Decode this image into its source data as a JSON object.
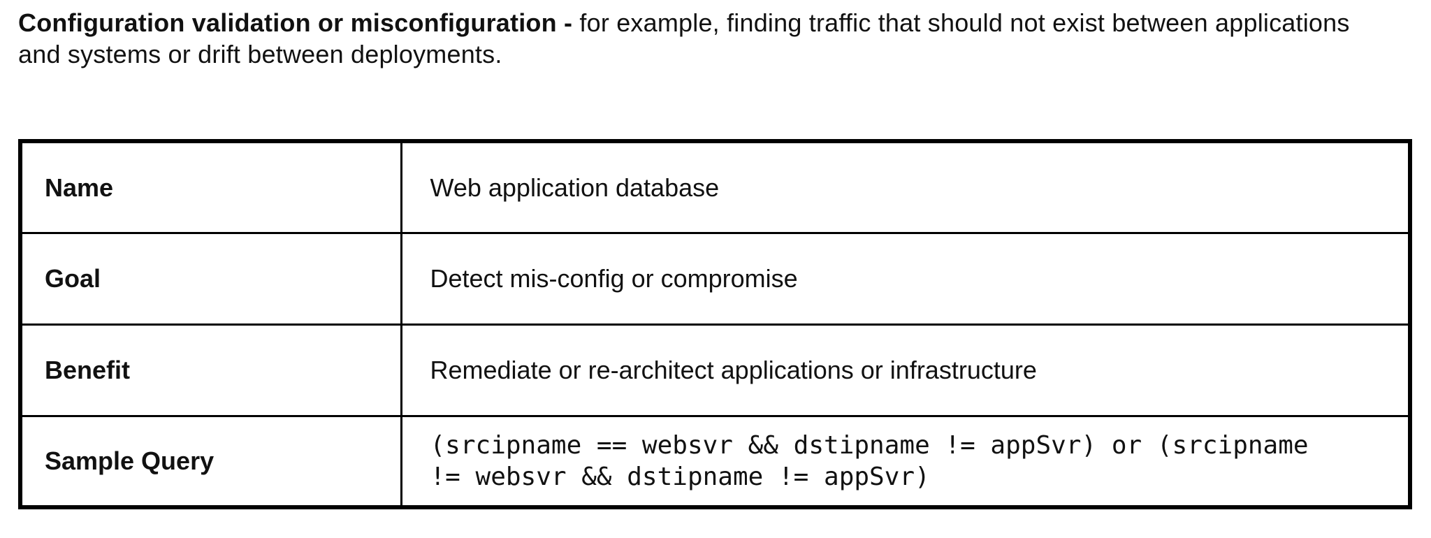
{
  "intro": {
    "bold_text": "Configuration validation or misconfiguration -",
    "regular_text": " for example, finding traffic that should not exist between applications and systems or drift between deployments."
  },
  "table": {
    "rows": [
      {
        "label": "Name",
        "value": "Web application database"
      },
      {
        "label": "Goal",
        "value": "Detect mis-config or compromise"
      },
      {
        "label": "Benefit",
        "value": "Remediate or re-architect applications or infrastructure"
      },
      {
        "label": "Sample Query",
        "value": "(srcipname == websvr && dstipname != appSvr) or (srcipname != websvr && dstipname != appSvr)"
      }
    ]
  },
  "colors": {
    "text": "#111111",
    "border": "#000000",
    "background": "#ffffff"
  }
}
